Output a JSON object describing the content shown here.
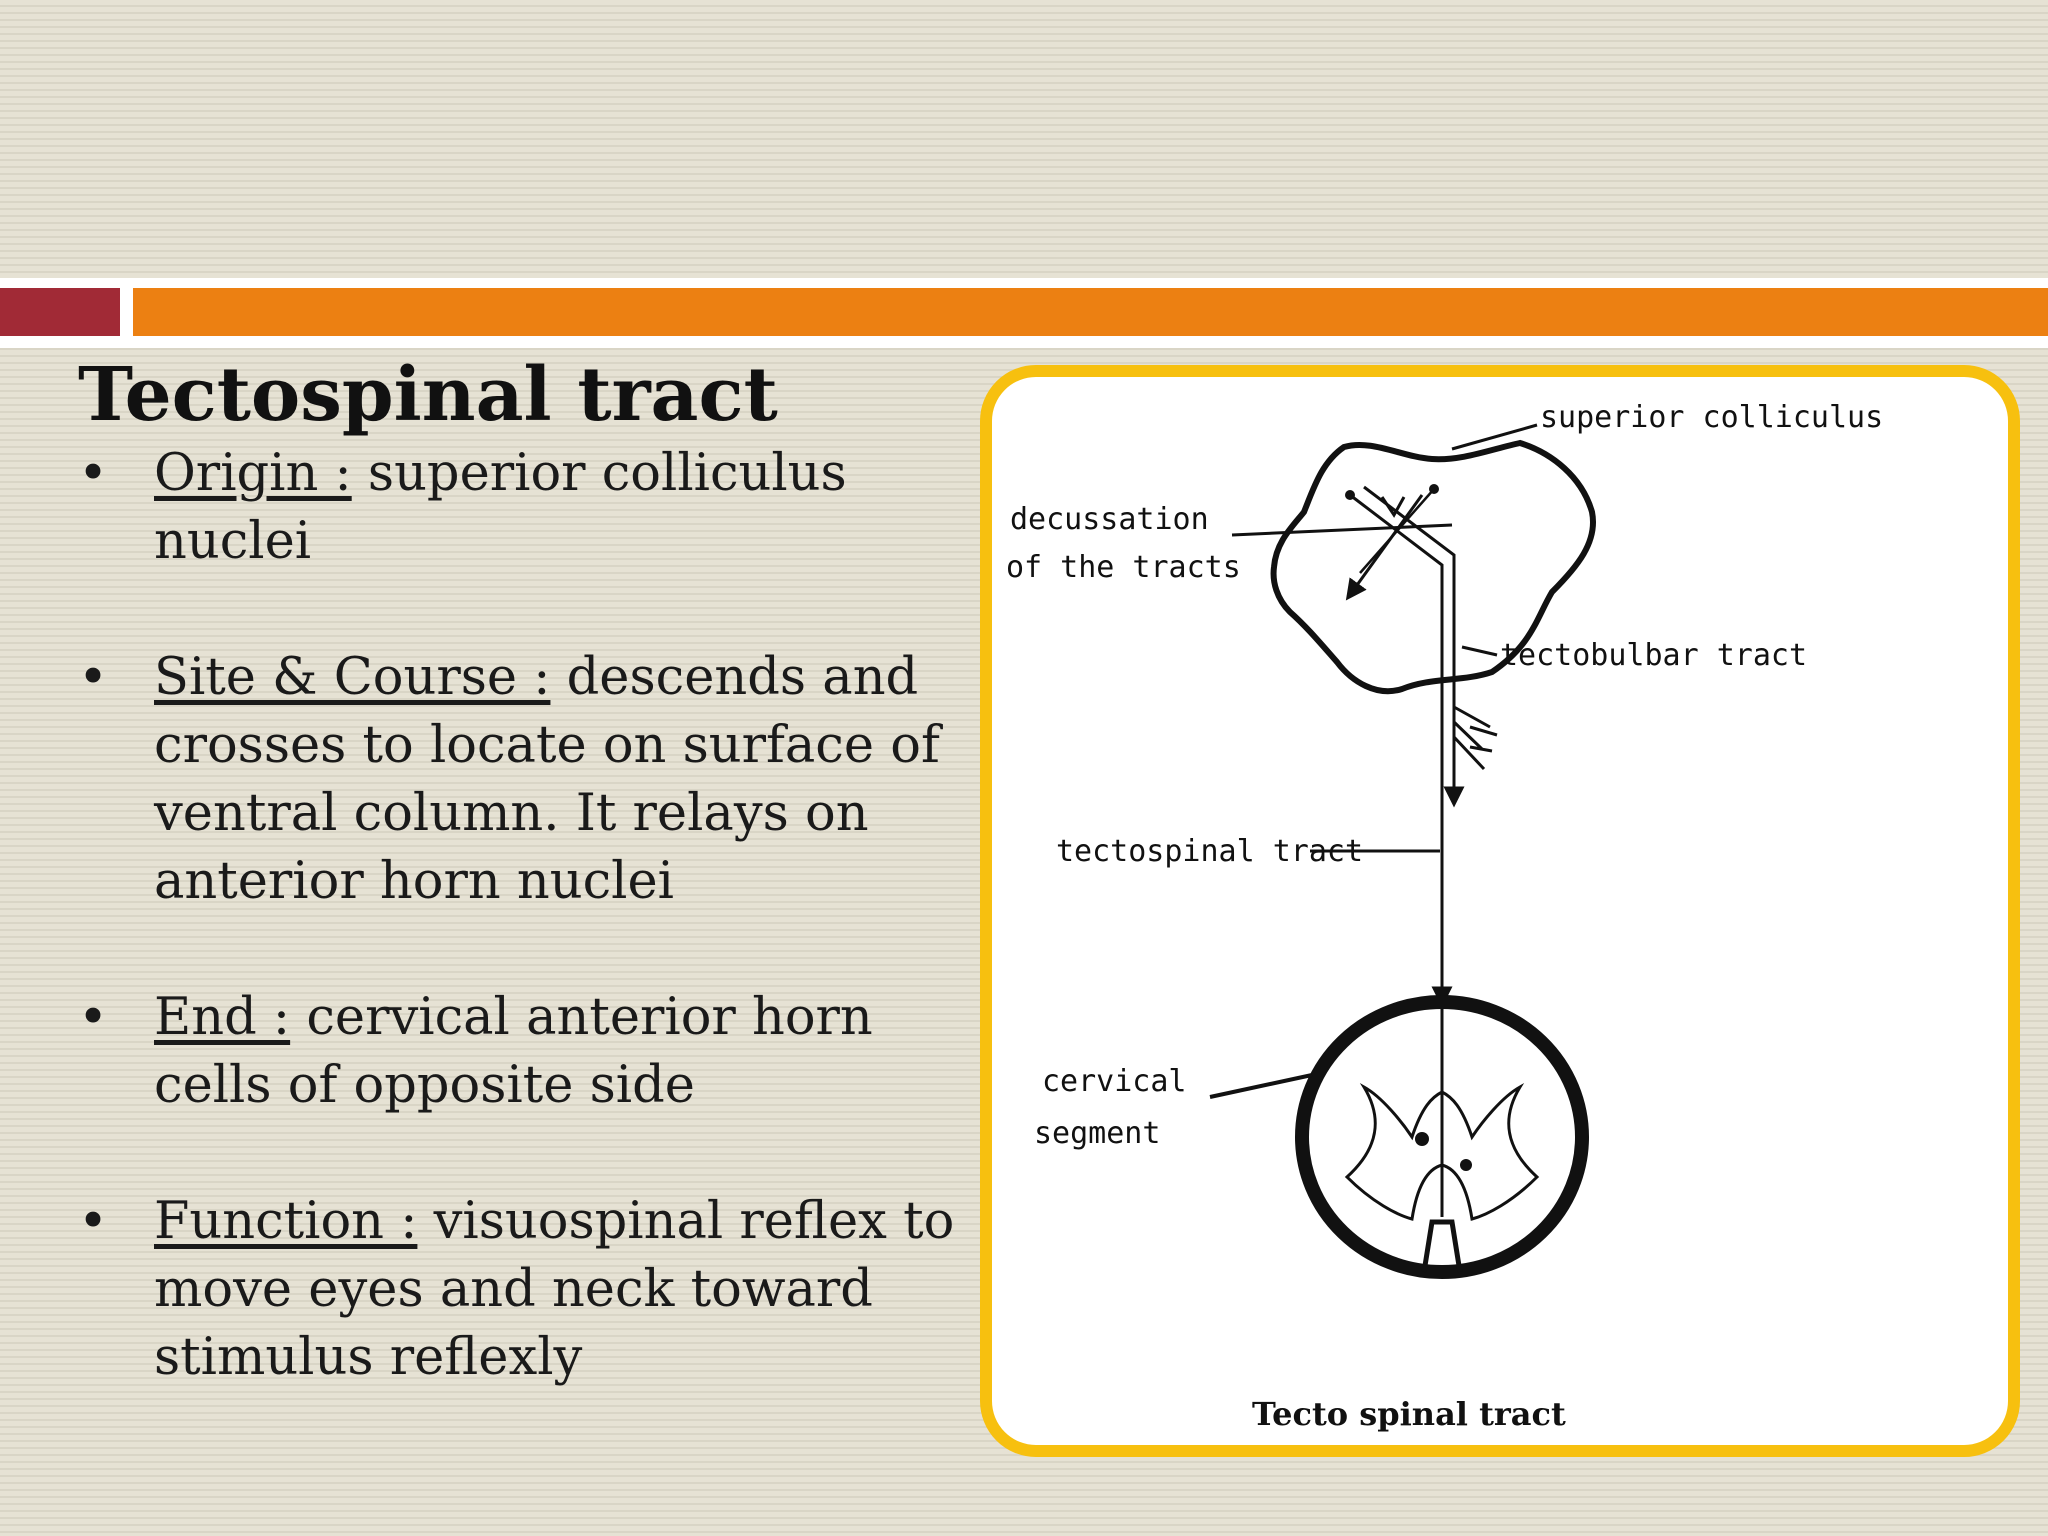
{
  "slide": {
    "title": "Tectospinal tract",
    "bullet_char": "•",
    "bullets": [
      {
        "head": "Origin :",
        "line1": " superior colliculus",
        "line2": "nuclei"
      },
      {
        "head": "Site & Course :",
        "line1": " descends and",
        "line2": "crosses to locate on surface of",
        "line3": "ventral column. It relays on",
        "line4": "anterior horn nuclei"
      },
      {
        "head": "End :",
        "line1": " cervical anterior horn",
        "line2": "cells of opposite side"
      },
      {
        "head": "Function :",
        "line1": " visuospinal reflex to",
        "line2": "move eyes and neck toward",
        "line3": "stimulus reflexly"
      }
    ]
  },
  "figure": {
    "labels": {
      "superior_colliculus": "superior colliculus",
      "decussation_1": "decussation",
      "decussation_2": "of the tracts",
      "tectobulbar": "tectobulbar tract",
      "tectospinal": "tectospinal tract",
      "cervical_1": "cervical",
      "cervical_2": "segment"
    },
    "caption": "Tecto spinal tract"
  },
  "colors": {
    "accent_red": "#a12a36",
    "accent_orange": "#ec8012",
    "frame_yellow": "#f7c00f"
  }
}
